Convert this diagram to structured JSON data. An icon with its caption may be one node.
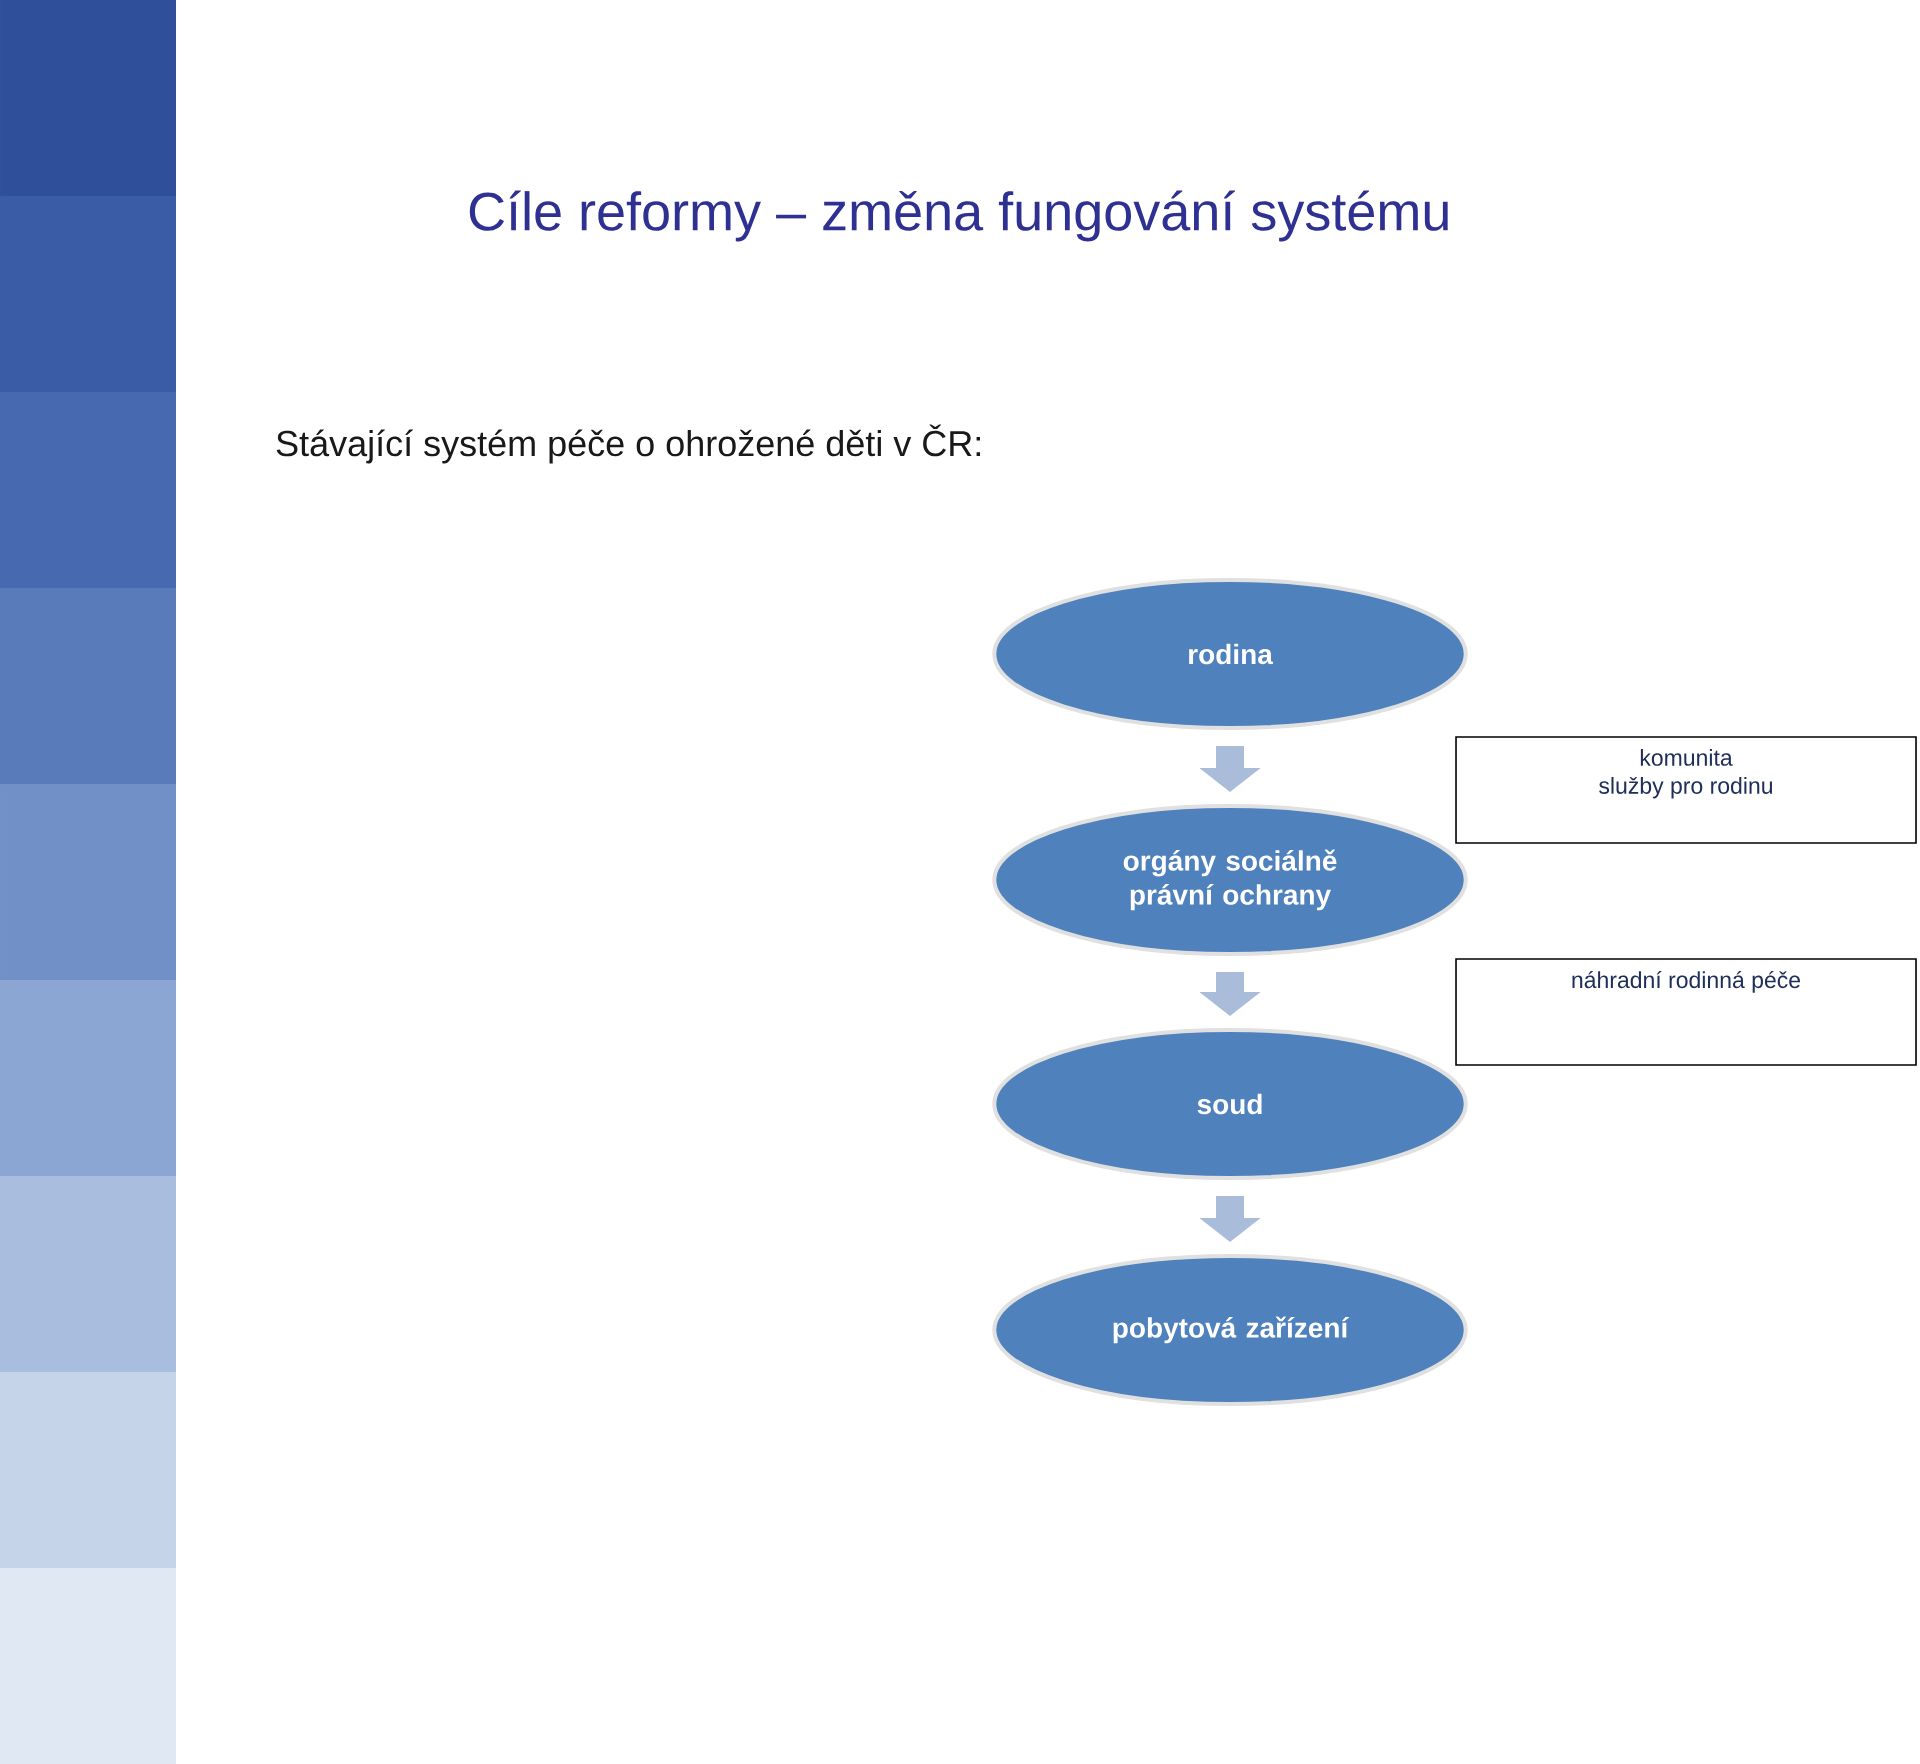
{
  "diagram": {
    "title": "Cíle reformy – změna fungování systému",
    "nodes": [
      {
        "text": [
          "rodina"
        ]
      },
      {
        "text": [
          "orgány sociálně právní ochrany"
        ]
      },
      {
        "text": [
          "soud"
        ]
      },
      {
        "text": [
          "pobytová zařízení"
        ]
      },
      {
        "text": [
          "komunita",
          "služby pro rodinu"
        ]
      },
      {
        "text": [
          "náhradní rodinná péče"
        ]
      }
    ],
    "edges": [
      {
        "from": 0,
        "to": 1,
        "arrow": "to"
      },
      {
        "from": 1,
        "to": 2,
        "arrow": "to"
      },
      {
        "from": 2,
        "to": 3,
        "arrow": "to"
      }
    ],
    "labels": [
      "Stávající systém péče o ohrožené děti v ČR:"
    ]
  }
}
